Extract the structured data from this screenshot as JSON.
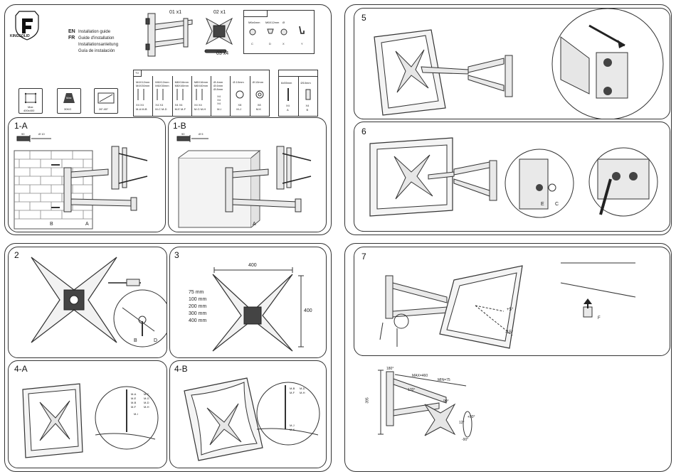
{
  "brand": {
    "name": "KINGSOLID"
  },
  "languages": [
    {
      "code": "EN",
      "text": "Installation guide"
    },
    {
      "code": "FR",
      "text": "Guide d'installation"
    },
    {
      "code": "",
      "text": "Installationsanleitung"
    },
    {
      "code": "",
      "text": "Guía de instalación"
    }
  ],
  "specs": [
    {
      "line1": "Max",
      "line2": "400x400",
      "icon": "vesa-pattern-icon"
    },
    {
      "line1": "Max",
      "line2": "30KG",
      "icon": "weight-icon"
    },
    {
      "line1": "",
      "line2": "26\"-65\"",
      "icon": "screen-size-icon"
    }
  ],
  "parts": {
    "p01": "01 x1",
    "p02": "02 x1",
    "p03": "03 x4",
    "small_hw": {
      "sizes": [
        "M6x6mm",
        "M6X12mm",
        "Ø"
      ],
      "letters": [
        "C",
        "D",
        "X",
        "Y"
      ]
    },
    "bolts_box": {
      "tag": "TV",
      "cols": [
        {
          "spec": "M4X12mm\nM4X30mm",
          "qty": "X4  X4",
          "ids": "M-A  M-B"
        },
        {
          "spec": "M6X12mm\nM6X30mm",
          "qty": "X4  X4",
          "ids": "M-C  M-D"
        },
        {
          "spec": "M6X16mm\nM6X40mm",
          "qty": "X4  X4",
          "ids": "M-E  M-F"
        },
        {
          "spec": "M8X16mm\nM8X40mm",
          "qty": "X4  X4",
          "ids": "M-G  M-H"
        },
        {
          "spec": "Ø.4mm\nØ.6mm\nØ.8mm",
          "qty": "X4\nX4\nX4",
          "ids": "M-I"
        },
        {
          "spec": "Ø.10mm",
          "qty": "X8",
          "ids": "M-J"
        },
        {
          "spec": "Ø.10mm",
          "qty": "X8",
          "ids": "M-K"
        }
      ]
    },
    "wall_box": {
      "cols": [
        {
          "spec": "6x55mm",
          "qty": "X4",
          "id": "A"
        },
        {
          "spec": "Ø10mm",
          "qty": "X4",
          "id": "B"
        }
      ]
    }
  },
  "steps": {
    "s1a": {
      "label": "1-A",
      "drill1": "90",
      "drill2": "Ø 10",
      "labelA": "A",
      "labelB": "B"
    },
    "s1b": {
      "label": "1-B",
      "drill1": "90",
      "drill2": "Ø 5",
      "labelA": "A"
    },
    "s2": {
      "label": "2",
      "labelB": "B",
      "labelD": "D"
    },
    "s3": {
      "label": "3",
      "dim_w": "400",
      "dim_h": "400",
      "sizes": [
        "75 mm",
        "100 mm",
        "200 mm",
        "300 mm",
        "400 mm"
      ]
    },
    "s4a": {
      "label": "4-A",
      "tags": [
        "M-A",
        "M-C",
        "M-E",
        "M-G",
        "M-B",
        "M-D",
        "M-F",
        "M-H",
        "M-I"
      ]
    },
    "s4b": {
      "label": "4-B",
      "tags": [
        "M-B",
        "M-D",
        "M-F",
        "M-H",
        "M-J",
        "M-K"
      ]
    },
    "s5": {
      "label": "5"
    },
    "s6": {
      "label": "6",
      "labelE": "E",
      "labelC": "C"
    },
    "s7": {
      "label": "7",
      "tilt_up": "+5°",
      "tilt_down": "-15°",
      "hook_label": "F"
    }
  },
  "specs_diagram": {
    "height": "395",
    "rot": "180°",
    "max_ext": "MAX=460",
    "min_ext": "MIN=75",
    "swivel": "170°",
    "tilt1": "90°",
    "tilt2": "12°",
    "plus": "+90°",
    "minus": "-90°"
  }
}
